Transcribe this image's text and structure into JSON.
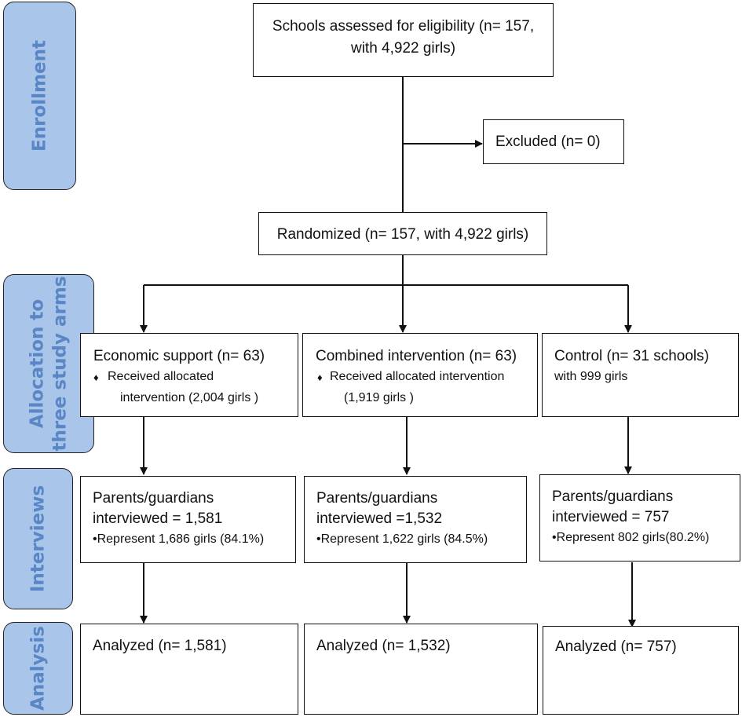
{
  "stages": {
    "enrollment": "Enrollment",
    "allocation_line1": "Allocation to",
    "allocation_line2": "three study arms",
    "interviews": "Interviews",
    "analysis": "Analysis"
  },
  "assessed": {
    "line1": "Schools assessed for eligibility (n= 157,",
    "line2": "with 4,922 girls)"
  },
  "excluded": "Excluded (n= 0)",
  "randomized": "Randomized (n= 157, with 4,922 girls)",
  "arms": [
    {
      "title": "Economic support (n= 63)",
      "bullet": "♦",
      "detail_line1": "Received allocated",
      "detail_line2": "intervention (2,004 girls )",
      "interview_line1": "Parents/guardians",
      "interview_line2": "interviewed = 1,581",
      "represent": "•Represent 1,686 girls (84.1%)",
      "analyzed": "Analyzed (n= 1,581)"
    },
    {
      "title": "Combined intervention (n= 63)",
      "bullet": "♦",
      "detail_line1": "Received allocated intervention",
      "detail_line2": "(1,919 girls )",
      "interview_line1": "Parents/guardians",
      "interview_line2": "interviewed =1,532",
      "represent": "•Represent 1,622 girls (84.5%)",
      "analyzed": "Analyzed (n= 1,532)"
    },
    {
      "title": "Control (n= 31 schools)",
      "detail_line1": "with 999 girls",
      "interview_line1": "Parents/guardians",
      "interview_line2": "interviewed = 757",
      "represent": "•Represent 802 girls(80.2%)",
      "analyzed": "Analyzed (n= 757)"
    }
  ],
  "colors": {
    "stage_fill": "#a9c5ea",
    "stage_text": "#5a86c5",
    "line": "#111111"
  }
}
